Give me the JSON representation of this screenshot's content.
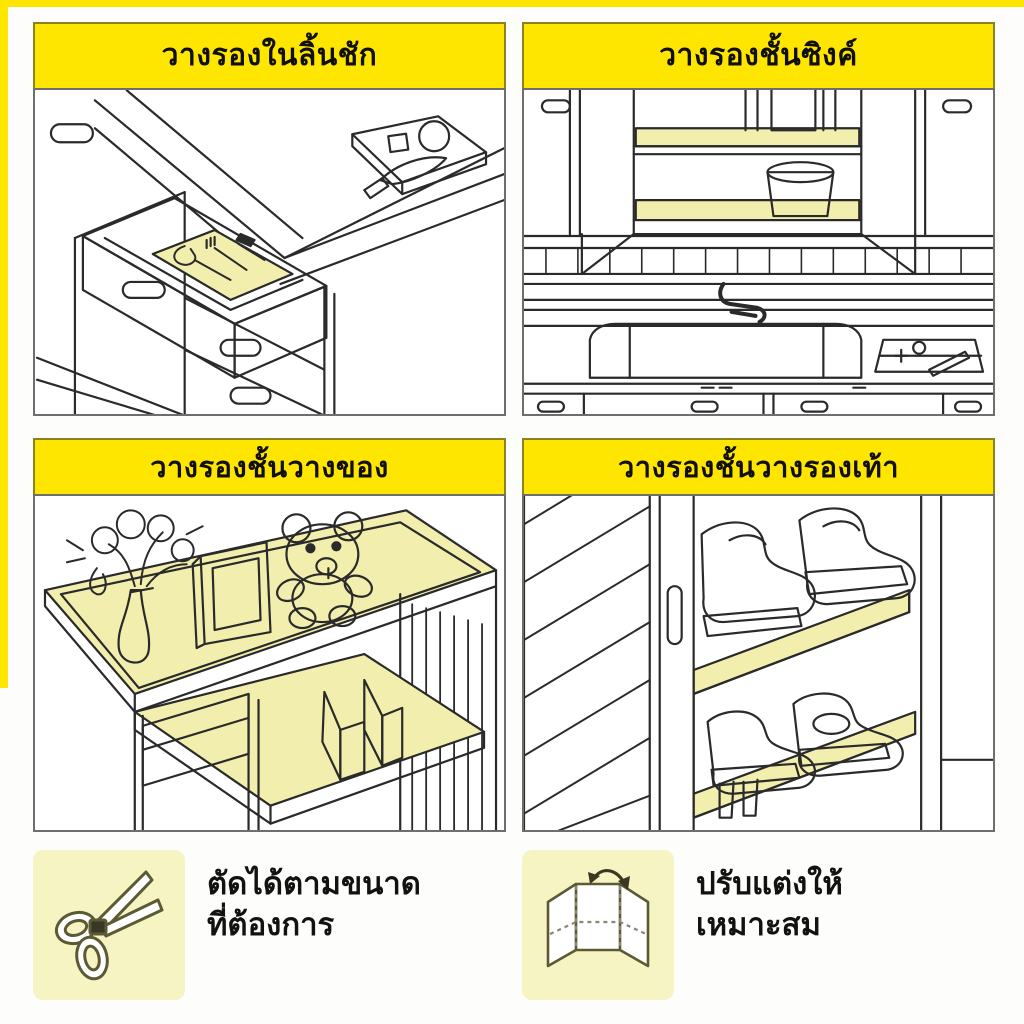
{
  "background_color": "#fdfdfb",
  "accent_color": "#ffe600",
  "mat_color": "#f2efae",
  "line_color": "#222222",
  "decor": {
    "top_band": "yellow-edge-band",
    "left_band": "yellow-edge-band"
  },
  "panels": [
    {
      "id": "drawer",
      "title": "วางรองในลิ้นชัก",
      "scene_name": "kitchen-drawer-liner-illustration",
      "elements": [
        "countertop",
        "open-drawer",
        "yellow-drawer-liner",
        "spoon",
        "fork",
        "knife",
        "cutting-board",
        "kitchen-knife",
        "drawer-handle"
      ]
    },
    {
      "id": "sink-shelf",
      "title": "วางรองชั้นซิงค์",
      "scene_name": "sink-cabinet-shelf-liner-illustration",
      "elements": [
        "wall-cabinet",
        "open-cabinet-doors",
        "upper-shelf-liner",
        "lower-shelf-liner",
        "pot",
        "bottles",
        "tiled-backsplash",
        "faucet",
        "sink-basin",
        "soap-tray"
      ]
    },
    {
      "id": "storage-shelf",
      "title": "วางรองชั้นวางของ",
      "scene_name": "display-shelf-liner-illustration",
      "elements": [
        "shelf-unit",
        "top-shelf-liner",
        "lower-shelf-liner",
        "flower-vase",
        "flowers",
        "picture-frame",
        "teddy-bear",
        "books"
      ]
    },
    {
      "id": "shoe-shelf",
      "title": "วางรองชั้นวางรองเท้า",
      "scene_name": "shoe-cabinet-liner-illustration",
      "elements": [
        "louvered-door",
        "door-handle",
        "upper-shelf-liner",
        "lower-shelf-liner",
        "pair-of-shoes",
        "pair-of-heels"
      ]
    }
  ],
  "features": [
    {
      "icon": "scissors-icon",
      "line1": "ตัดได้ตามขนาด",
      "line2": "ที่ต้องการ"
    },
    {
      "icon": "folding-mat-icon",
      "line1": "ปรับแต่งให้",
      "line2": "เหมาะสม"
    }
  ]
}
